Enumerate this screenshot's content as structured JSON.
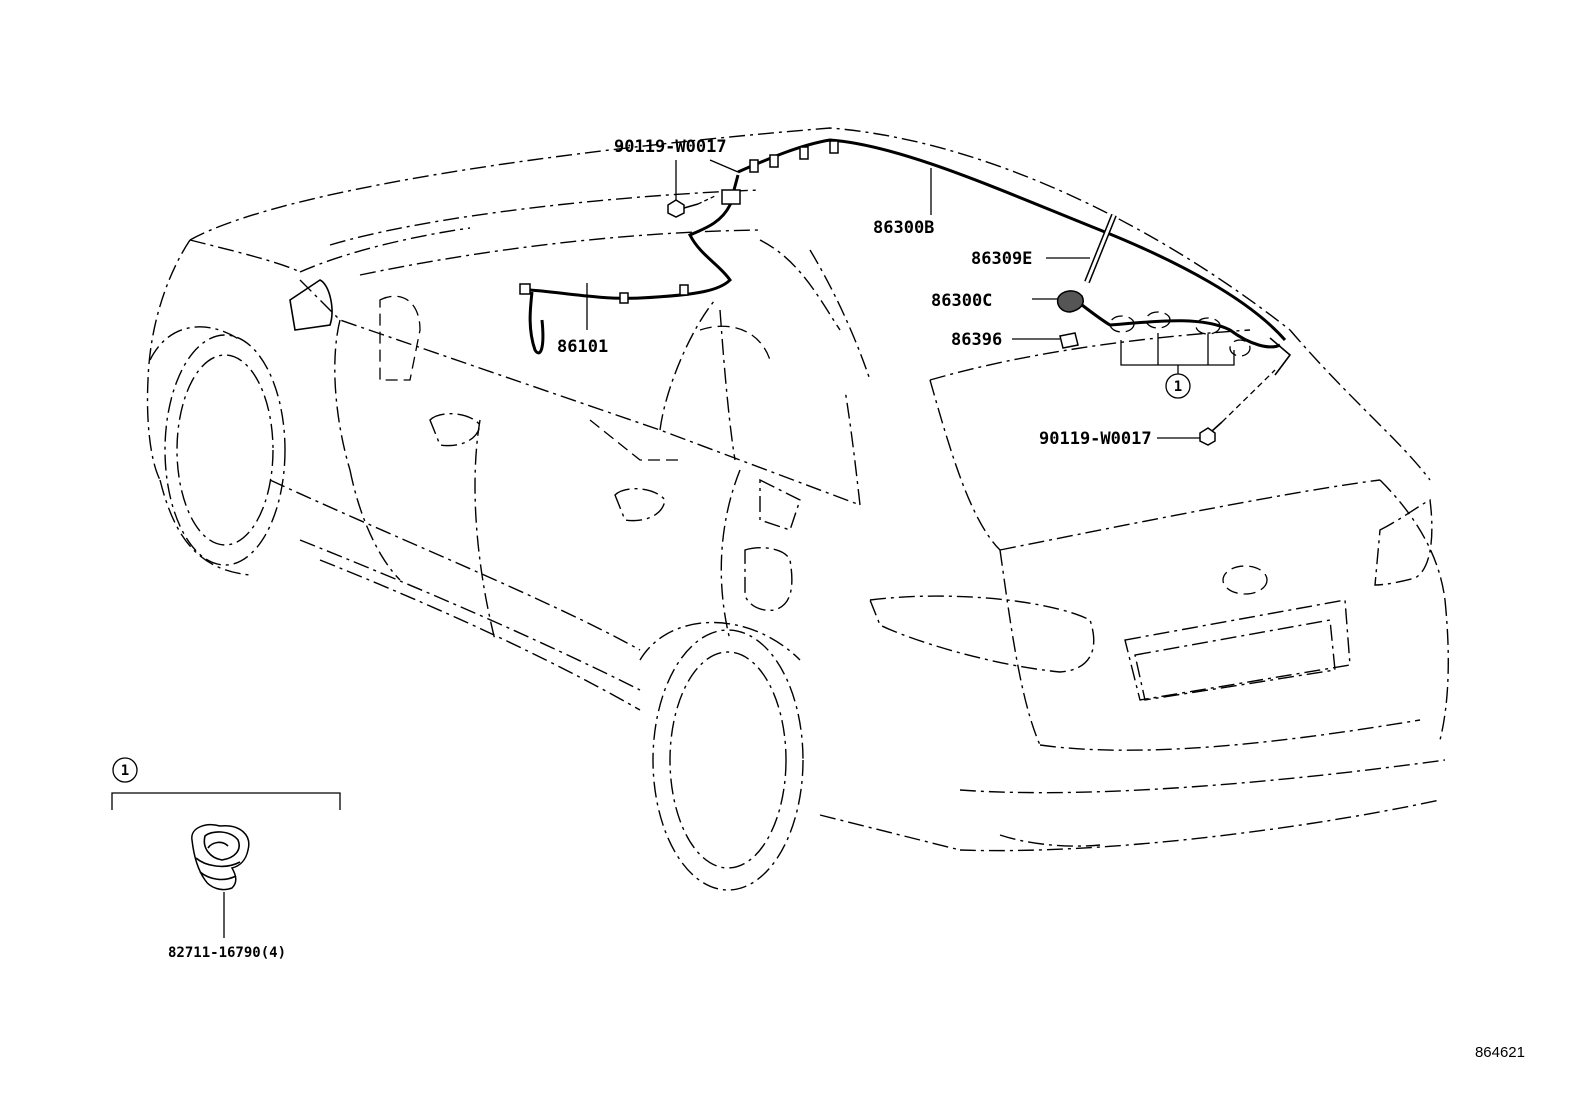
{
  "labels": {
    "bolt_top": "90119-W0017",
    "wire_roof": "86300B",
    "antenna_pole": "86309E",
    "antenna_base": "86300C",
    "pad": "86396",
    "cord_front": "86101",
    "bolt_rear": "90119-W0017",
    "clamp": "82711-16790(4)"
  },
  "callout": {
    "main_ref": "1",
    "legend_ref": "1"
  },
  "drawing_number": "864621"
}
